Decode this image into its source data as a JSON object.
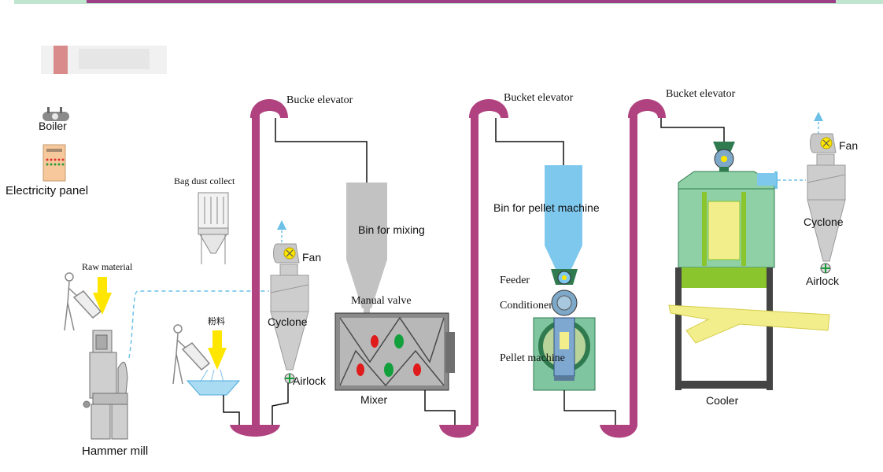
{
  "labels": {
    "boiler": "Boiler",
    "electricity_panel": "Electricity panel",
    "bag_dust_collector": "Bag dust collect",
    "raw_material": "Raw material",
    "hammer_mill": "Hammer mill",
    "powder": "粉料",
    "fan_1": "Fan",
    "cyclone_1": "Cyclone",
    "airlock_1": "Airlock",
    "elevator_1": "Bucke elevator",
    "bin_mixing": "Bin for mixing",
    "manual_valve": "Manual valve",
    "mixer": "Mixer",
    "elevator_2": "Bucket elevator",
    "bin_pellet": "Bin for pellet machine",
    "feeder": "Feeder",
    "conditioner": "Conditioner",
    "pellet_machine": "Pellet machine",
    "elevator_3": "Bucket elevator",
    "fan_2": "Fan",
    "cyclone_2": "Cyclone",
    "airlock_2": "Airlock",
    "cooler": "Cooler"
  },
  "colors": {
    "elevator": "#b0437f",
    "top_bar": "#9b3f86",
    "top_bar_edge": "#bfe5cf",
    "hopper_gray": "#c2c2c2",
    "mixer_gray": "#8a8a8a",
    "bin_blue": "#7ec8ee",
    "machine_green": "#7fc6a0",
    "cooler_green": "#8fd0a6",
    "lime": "#8bc52d",
    "arrow_yellow": "#ffe600",
    "dashed_blue": "#6cc0e8",
    "feed_yellow": "#f2ee8c",
    "red_blob": "#e01b1b",
    "green_blob": "#12a03c"
  }
}
